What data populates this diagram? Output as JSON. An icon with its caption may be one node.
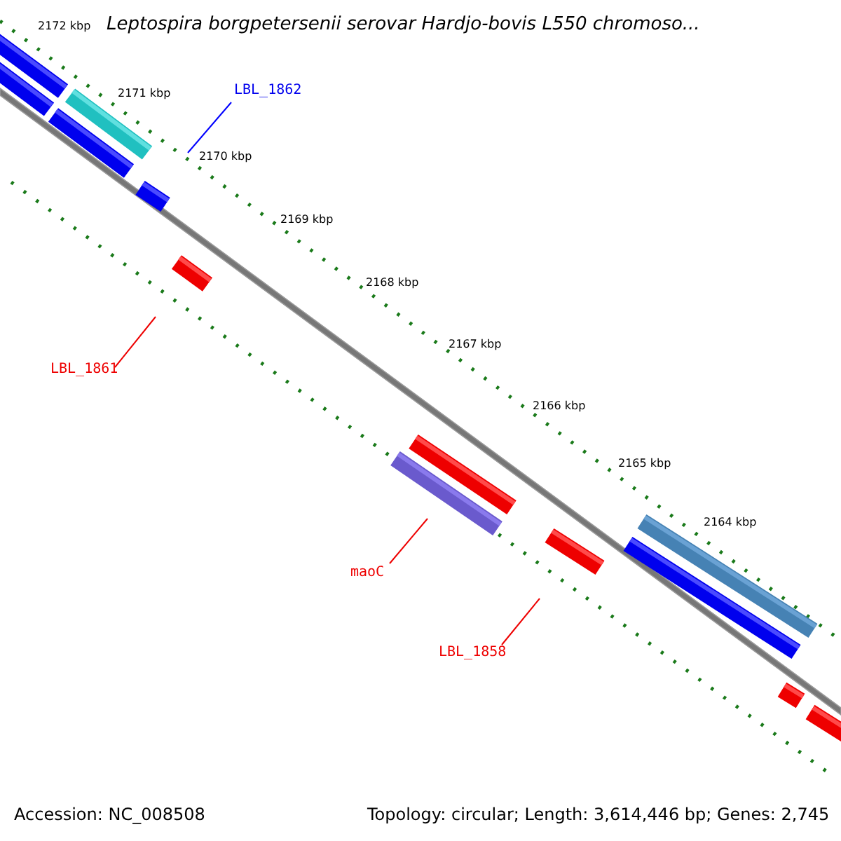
{
  "diagram": {
    "title": "Leptospira borgpetersenii serovar Hardjo-bovis L550 chromoso...",
    "nodes": [
      {
        "text": [
          "LBL_1862"
        ]
      },
      {
        "text": [],
        "shape": "bar"
      },
      {
        "text": [
          "LBL_1861"
        ]
      },
      {
        "text": [],
        "shape": "bar"
      },
      {
        "text": [
          "maoC"
        ]
      },
      {
        "text": [],
        "shape": "bar"
      },
      {
        "text": [
          "LBL_1858"
        ]
      },
      {
        "text": [],
        "shape": "bar"
      }
    ],
    "edges": [
      {
        "from": 0,
        "to": 1,
        "arrow": "none",
        "color": "#0000ff"
      },
      {
        "from": 2,
        "to": 3,
        "arrow": "none"
      },
      {
        "from": 4,
        "to": 5,
        "arrow": "none"
      },
      {
        "from": 6,
        "to": 7,
        "arrow": "none"
      }
    ],
    "labels": [
      "2172 kbp",
      "2171 kbp",
      "2170 kbp",
      "2169 kbp",
      "2168 kbp",
      "2167 kbp",
      "2166 kbp",
      "2165 kbp",
      "2164 kbp",
      "Accession: NC_008508",
      "Topology: circular; Length: 3,614,446 bp; Genes: 2,745"
    ]
  }
}
